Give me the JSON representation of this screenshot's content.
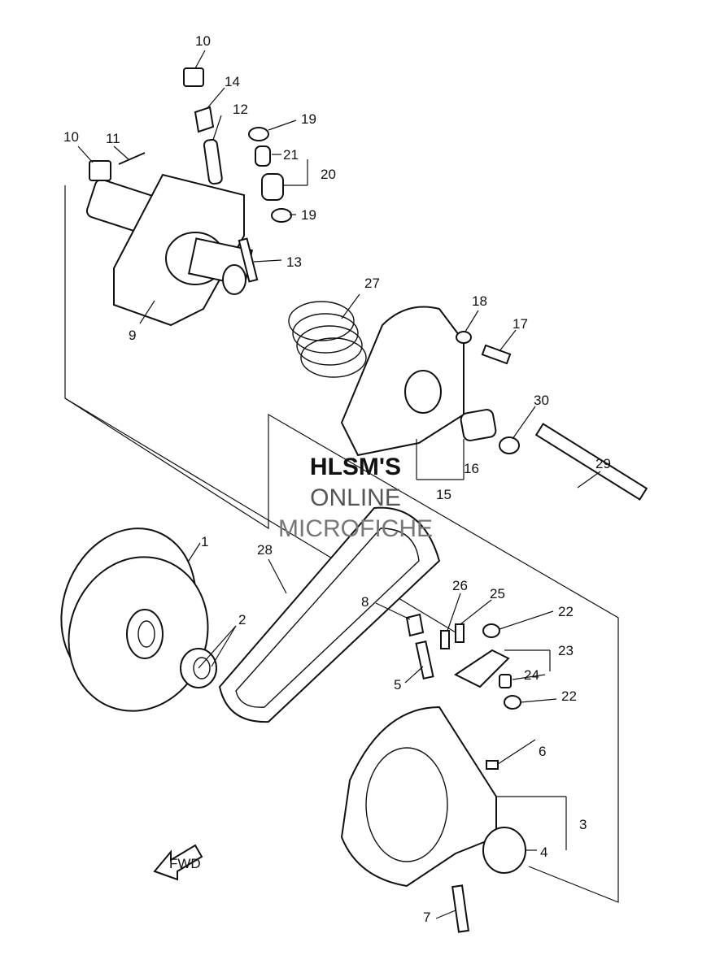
{
  "watermark": {
    "line1": "HLSM'S",
    "line2": "ONLINE",
    "line3": "MICROFICHE"
  },
  "fwd_label": "FWD",
  "callouts": [
    "1",
    "2",
    "3",
    "4",
    "5",
    "6",
    "7",
    "8",
    "9",
    "10",
    "10",
    "11",
    "12",
    "13",
    "14",
    "15",
    "16",
    "17",
    "18",
    "19",
    "19",
    "20",
    "21",
    "22",
    "22",
    "23",
    "24",
    "25",
    "26",
    "27",
    "28",
    "29",
    "30"
  ]
}
